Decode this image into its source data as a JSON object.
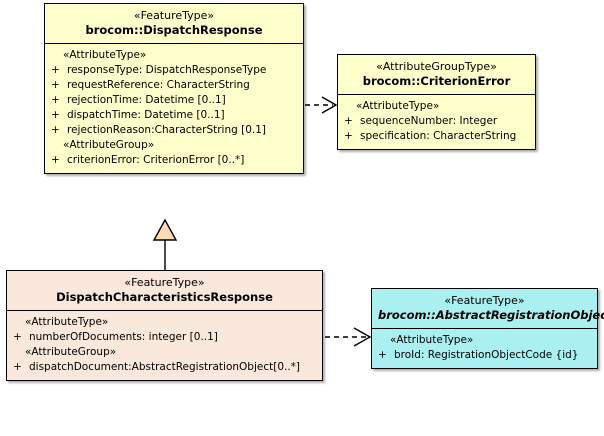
{
  "diagram": {
    "type": "uml-class-diagram",
    "title": "",
    "colors": {
      "feature_type_fill": "#ffffcc",
      "attribute_group_type_fill": "#ffffcc",
      "subclass_fill": "#fbe8dc",
      "abstract_feature_fill": "#aaf0f0",
      "border": "#000000",
      "generalization_arrow_fill": "#fbdcb4"
    }
  },
  "classes": [
    {
      "id": "dispatch-response",
      "stereotype": "«FeatureType»",
      "name": "brocom::DispatchResponse",
      "italic": false,
      "fill": "#ffffcc",
      "compartments": [
        {
          "group": "«AttributeType»",
          "attributes": [
            {
              "visibility": "+",
              "signature": "responseType: DispatchResponseType"
            },
            {
              "visibility": "+",
              "signature": "requestReference: CharacterString"
            },
            {
              "visibility": "+",
              "signature": "rejectionTime: Datetime [0..1]"
            },
            {
              "visibility": "+",
              "signature": "dispatchTime: Datetime [0..1]"
            },
            {
              "visibility": "+",
              "signature": "rejectionReason:CharacterString [0.1]"
            }
          ]
        },
        {
          "group": "«AttributeGroup»",
          "attributes": [
            {
              "visibility": "+",
              "signature": "criterionError: CriterionError [0..*]"
            }
          ]
        }
      ]
    },
    {
      "id": "criterion-error",
      "stereotype": "«AttributeGroupType»",
      "name": "brocom::CriterionError",
      "italic": false,
      "fill": "#ffffcc",
      "compartments": [
        {
          "group": "«AttributeType»",
          "attributes": [
            {
              "visibility": "+",
              "signature": "sequenceNumber: Integer"
            },
            {
              "visibility": "+",
              "signature": "specification: CharacterString"
            }
          ]
        }
      ]
    },
    {
      "id": "dispatch-characteristics-response",
      "stereotype": "«FeatureType»",
      "name": "DispatchCharacteristicsResponse",
      "italic": false,
      "fill": "#fbe8dc",
      "compartments": [
        {
          "group": "«AttributeType»",
          "attributes": [
            {
              "visibility": "+",
              "signature": "numberOfDocuments: integer [0..1]"
            }
          ]
        },
        {
          "group": "«AttributeGroup»",
          "attributes": [
            {
              "visibility": "+",
              "signature": "dispatchDocument:AbstractRegistrationObject[0..*]"
            }
          ]
        }
      ]
    },
    {
      "id": "abstract-registration-object",
      "stereotype": "«FeatureType»",
      "name": "brocom::AbstractRegistrationObject",
      "italic": true,
      "fill": "#aaf0f0",
      "compartments": [
        {
          "group": "«AttributeType»",
          "attributes": [
            {
              "visibility": "+",
              "signature": "broId: RegistrationObjectCode {id}"
            }
          ]
        }
      ]
    }
  ],
  "relationships": [
    {
      "id": "dep-dispatchresponse-criterionerror",
      "kind": "dependency",
      "style": "dashed-open-arrow",
      "from": "dispatch-response",
      "to": "criterion-error",
      "label": ""
    },
    {
      "id": "gen-dispatchcharacteristics-dispatchresponse",
      "kind": "generalization",
      "style": "solid-hollow-triangle",
      "from": "dispatch-characteristics-response",
      "to": "dispatch-response",
      "label": ""
    },
    {
      "id": "dep-dispatchcharacteristics-abstractregistrationobject",
      "kind": "dependency",
      "style": "dashed-open-arrow",
      "from": "dispatch-characteristics-response",
      "to": "abstract-registration-object",
      "label": ""
    }
  ]
}
